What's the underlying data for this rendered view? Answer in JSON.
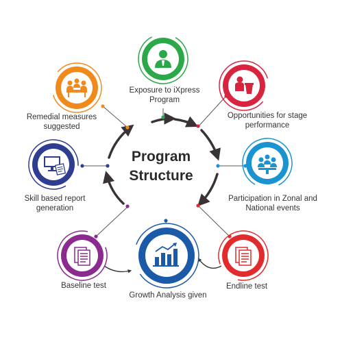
{
  "title_line1": "Program",
  "title_line2": "Structure",
  "nodes": [
    {
      "line1": "Exposure to iXpress",
      "line2": "Program",
      "icon": "presenter-icon",
      "color": "#2aa84a"
    },
    {
      "line1": "Opportunities for stage",
      "line2": "performance",
      "icon": "speaker-podium-icon",
      "color": "#d9243f"
    },
    {
      "line1": "Participation in Zonal and",
      "line2": "National events",
      "icon": "team-meeting-icon",
      "color": "#1a93d1"
    },
    {
      "line1": "Endline test",
      "line2": "",
      "icon": "document-icon",
      "color": "#e02c2c"
    },
    {
      "line1": "Growth Analysis given",
      "line2": "",
      "icon": "bar-chart-icon",
      "color": "#1a5aa8"
    },
    {
      "line1": "Baseline test",
      "line2": "",
      "icon": "document-icon",
      "color": "#8b2a8f"
    },
    {
      "line1": "Skill based report",
      "line2": "generation",
      "icon": "monitor-report-icon",
      "color": "#2e3d8f"
    },
    {
      "line1": "Remedial measures",
      "line2": "suggested",
      "icon": "group-discussion-icon",
      "color": "#f08a1c"
    }
  ]
}
